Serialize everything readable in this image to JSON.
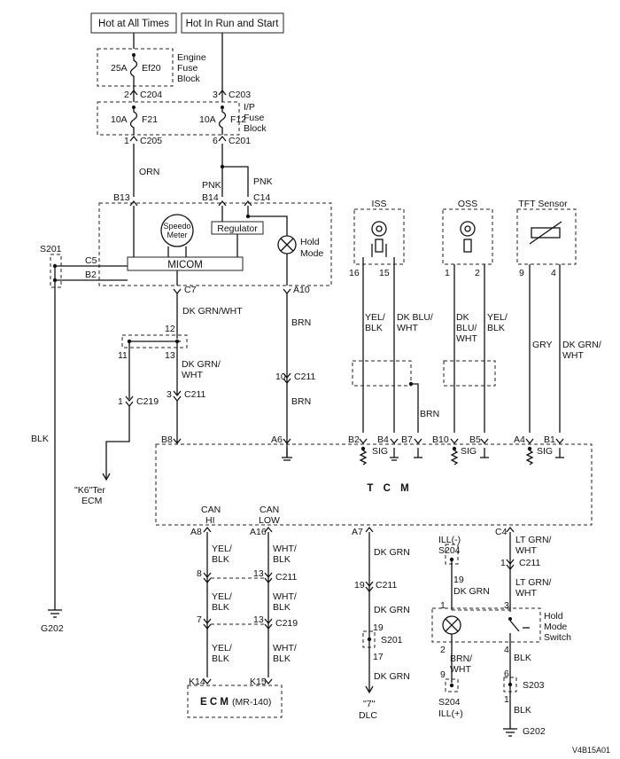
{
  "power": {
    "hot_all_times": "Hot at All Times",
    "hot_run_start": "Hot In Run and Start"
  },
  "engine_fuse_block": {
    "label_line1": "Engine",
    "label_line2": "Fuse",
    "label_line3": "Block",
    "fuse_rating": "25A",
    "fuse_name": "Ef20"
  },
  "ip_fuse_block": {
    "label_line1": "I/P",
    "label_line2": "Fuse",
    "label_line3": "Block",
    "fuse1_rating": "10A",
    "fuse1_name": "F21",
    "fuse2_rating": "10A",
    "fuse2_name": "F12"
  },
  "connectors": {
    "c204_pin": "2",
    "c204": "C204",
    "c203_pin": "3",
    "c203": "C203",
    "c205_pin": "1",
    "c205": "C205",
    "c201_pin": "6",
    "c201": "C201",
    "b13": "B13",
    "b14": "B14",
    "c14": "C14",
    "c5": "C5",
    "b2_cluster": "B2",
    "s201_top": "S201",
    "c7": "C7",
    "a10": "A10",
    "splice12": "12",
    "splice11": "11",
    "splice13": "13",
    "c211_pin3": "3",
    "c211_a": "C211",
    "c219_pin1": "1",
    "c219_a": "C219",
    "c211_pin10": "10",
    "c211_b": "C211"
  },
  "wires": {
    "orn": "ORN",
    "pnk1": "PNK",
    "pnk2": "PNK",
    "dk_grn_wht_1": "DK GRN/WHT",
    "dk_grn_wht_2a": "DK GRN/",
    "dk_grn_wht_2b": "WHT",
    "brn1": "BRN",
    "brn2": "BRN",
    "brn3": "BRN",
    "blk": "BLK",
    "iss_w1a": "YEL/",
    "iss_w1b": "BLK",
    "iss_w2a": "DK BLU/",
    "iss_w2b": "WHT",
    "oss_w1a": "DK",
    "oss_w1b": "BLU/",
    "oss_w1c": "WHT",
    "oss_w2a": "YEL/",
    "oss_w2b": "BLK",
    "tft_w1": "GRY",
    "tft_w2a": "DK GRN/",
    "tft_w2b": "WHT"
  },
  "cluster": {
    "speedo_line1": "Speedo",
    "speedo_line2": "Meter",
    "regulator": "Regulator",
    "micom": "MICOM",
    "hold_line1": "Hold",
    "hold_line2": "Mode"
  },
  "sensors": {
    "iss": "ISS",
    "iss_pin_a": "16",
    "iss_pin_b": "15",
    "oss": "OSS",
    "oss_pin_a": "1",
    "oss_pin_b": "2",
    "tft": "TFT Sensor",
    "tft_pin_a": "9",
    "tft_pin_b": "4"
  },
  "tcm": {
    "name": "T  C  M",
    "b8": "B8",
    "a6": "A6",
    "b2": "B2",
    "b4": "B4",
    "b7": "B7",
    "b10": "B10",
    "b5": "B5",
    "a4": "A4",
    "b1": "B1",
    "sig1": "SIG",
    "sig2": "SIG",
    "sig3": "SIG",
    "can_hi_1": "CAN",
    "can_hi_2": "HI",
    "can_low_1": "CAN",
    "can_low_2": "LOW",
    "a8": "A8",
    "a16": "A16",
    "a7": "A7",
    "c4": "C4"
  },
  "ground": {
    "k6_ter": "\"K6\"Ter",
    "ecm": "ECM",
    "g202_left": "G202",
    "g202_right": "G202"
  },
  "can_bus": {
    "yel_blk_1a": "YEL/",
    "yel_blk_1b": "BLK",
    "wht_blk_1a": "WHT/",
    "wht_blk_1b": "BLK",
    "pin8": "8",
    "pin13a": "13",
    "c211": "C211",
    "yel_blk_2a": "YEL/",
    "yel_blk_2b": "BLK",
    "wht_blk_2a": "WHT/",
    "wht_blk_2b": "BLK",
    "pin7": "7",
    "pin13b": "13",
    "c219": "C219",
    "yel_blk_3a": "YEL/",
    "yel_blk_3b": "BLK",
    "wht_blk_3a": "WHT/",
    "wht_blk_3b": "BLK",
    "k14": "K14",
    "k15": "K15",
    "ecm_bold": "E C M",
    "ecm_model": "(MR-140)"
  },
  "dlc_path": {
    "dk_grn_1": "DK GRN",
    "pin19": "19",
    "c211": "C211",
    "dk_grn_2": "DK GRN",
    "pin19b": "19",
    "s201": "S201",
    "pin17": "17",
    "dk_grn_3": "DK GRN",
    "dlc_num": "\"7\"",
    "dlc": "DLC"
  },
  "ill": {
    "ill_minus": "ILL(-)",
    "s204_top": "S204",
    "pin19": "19",
    "dk_grn": "DK GRN",
    "pin1": "1",
    "pin2": "2",
    "brn_wht_a": "BRN/",
    "brn_wht_b": "WHT",
    "pin9": "9",
    "s204_bottom": "S204",
    "ill_plus": "ILL(+)"
  },
  "hold_switch": {
    "lt_grn_wht_1a": "LT GRN/",
    "lt_grn_wht_1b": "WHT",
    "pin1": "1",
    "c211": "C211",
    "lt_grn_wht_2a": "LT GRN/",
    "lt_grn_wht_2b": "WHT",
    "pin3": "3",
    "label1": "Hold",
    "label2": "Mode",
    "label3": "Switch",
    "pin4": "4",
    "blk1": "BLK",
    "pin6": "6",
    "s203": "S203",
    "pin1b": "1",
    "blk2": "BLK"
  },
  "footer": {
    "code": "V4B15A01"
  }
}
